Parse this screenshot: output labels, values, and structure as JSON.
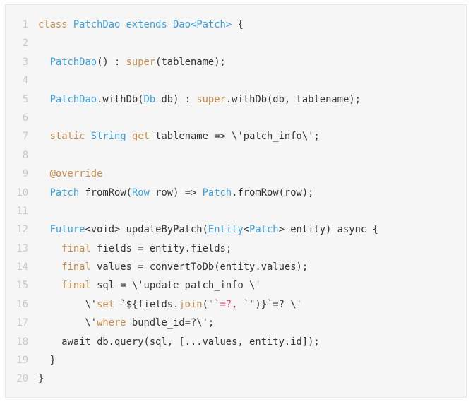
{
  "colors": {
    "keyword": "#c98a4b",
    "type": "#3b9fe3",
    "string": "#e8346a",
    "text": "#333333",
    "line_number": "#c9c9c9",
    "background": "#f6f6f6"
  },
  "lines": [
    {
      "n": "1",
      "tokens": [
        {
          "t": "class",
          "c": "kw"
        },
        {
          "t": " ",
          "c": "tx"
        },
        {
          "t": "PatchDao",
          "c": "ty"
        },
        {
          "t": " ",
          "c": "tx"
        },
        {
          "t": "extends",
          "c": "ty"
        },
        {
          "t": " ",
          "c": "tx"
        },
        {
          "t": "Dao<Patch>",
          "c": "ty"
        },
        {
          "t": " {",
          "c": "tx"
        }
      ]
    },
    {
      "n": "2",
      "tokens": []
    },
    {
      "n": "3",
      "tokens": [
        {
          "t": "  ",
          "c": "tx"
        },
        {
          "t": "PatchDao",
          "c": "ty"
        },
        {
          "t": "() : ",
          "c": "tx"
        },
        {
          "t": "super",
          "c": "kw"
        },
        {
          "t": "(tablename);",
          "c": "tx"
        }
      ]
    },
    {
      "n": "4",
      "tokens": []
    },
    {
      "n": "5",
      "tokens": [
        {
          "t": "  ",
          "c": "tx"
        },
        {
          "t": "PatchDao",
          "c": "ty"
        },
        {
          "t": ".withDb(",
          "c": "tx"
        },
        {
          "t": "Db",
          "c": "ty"
        },
        {
          "t": " db) : ",
          "c": "tx"
        },
        {
          "t": "super",
          "c": "kw"
        },
        {
          "t": ".withDb(db, tablename);",
          "c": "tx"
        }
      ]
    },
    {
      "n": "6",
      "tokens": []
    },
    {
      "n": "7",
      "tokens": [
        {
          "t": "  ",
          "c": "tx"
        },
        {
          "t": "static",
          "c": "kw"
        },
        {
          "t": " ",
          "c": "tx"
        },
        {
          "t": "String",
          "c": "ty"
        },
        {
          "t": " ",
          "c": "tx"
        },
        {
          "t": "get",
          "c": "kw"
        },
        {
          "t": " tablename => \\'patch_info\\';",
          "c": "tx"
        }
      ]
    },
    {
      "n": "8",
      "tokens": []
    },
    {
      "n": "9",
      "tokens": [
        {
          "t": "  ",
          "c": "tx"
        },
        {
          "t": "@override",
          "c": "kw"
        }
      ]
    },
    {
      "n": "10",
      "tokens": [
        {
          "t": "  ",
          "c": "tx"
        },
        {
          "t": "Patch",
          "c": "ty"
        },
        {
          "t": " fromRow(",
          "c": "tx"
        },
        {
          "t": "Row",
          "c": "ty"
        },
        {
          "t": " row) => ",
          "c": "tx"
        },
        {
          "t": "Patch",
          "c": "ty"
        },
        {
          "t": ".fromRow(row);",
          "c": "tx"
        }
      ]
    },
    {
      "n": "11",
      "tokens": []
    },
    {
      "n": "12",
      "tokens": [
        {
          "t": "  ",
          "c": "tx"
        },
        {
          "t": "Future",
          "c": "ty"
        },
        {
          "t": "<void> updateByPatch(",
          "c": "tx"
        },
        {
          "t": "Entity",
          "c": "ty"
        },
        {
          "t": "<",
          "c": "tx"
        },
        {
          "t": "Patch",
          "c": "ty"
        },
        {
          "t": "> entity) async {",
          "c": "tx"
        }
      ]
    },
    {
      "n": "13",
      "tokens": [
        {
          "t": "    ",
          "c": "tx"
        },
        {
          "t": "final",
          "c": "kw"
        },
        {
          "t": " fields = entity.fields;",
          "c": "tx"
        }
      ]
    },
    {
      "n": "14",
      "tokens": [
        {
          "t": "    ",
          "c": "tx"
        },
        {
          "t": "final",
          "c": "kw"
        },
        {
          "t": " values = convertToDb(entity.values);",
          "c": "tx"
        }
      ]
    },
    {
      "n": "15",
      "tokens": [
        {
          "t": "    ",
          "c": "tx"
        },
        {
          "t": "final",
          "c": "kw"
        },
        {
          "t": " sql = \\'update patch_info \\'",
          "c": "tx"
        }
      ]
    },
    {
      "n": "16",
      "tokens": [
        {
          "t": "        \\'",
          "c": "tx"
        },
        {
          "t": "set",
          "c": "kw"
        },
        {
          "t": " `${fields.",
          "c": "tx"
        },
        {
          "t": "join",
          "c": "kw"
        },
        {
          "t": "(\"",
          "c": "tx"
        },
        {
          "t": "`=?, `",
          "c": "str"
        },
        {
          "t": "\")}`=? \\'",
          "c": "tx"
        }
      ]
    },
    {
      "n": "17",
      "tokens": [
        {
          "t": "        \\'",
          "c": "tx"
        },
        {
          "t": "where",
          "c": "kw"
        },
        {
          "t": " bundle_id=?\\';",
          "c": "tx"
        }
      ]
    },
    {
      "n": "18",
      "tokens": [
        {
          "t": "    await db.query(sql, [...values, entity.id]);",
          "c": "tx"
        }
      ]
    },
    {
      "n": "19",
      "tokens": [
        {
          "t": "  }",
          "c": "tx"
        }
      ]
    },
    {
      "n": "20",
      "tokens": [
        {
          "t": "}",
          "c": "tx"
        }
      ]
    }
  ]
}
